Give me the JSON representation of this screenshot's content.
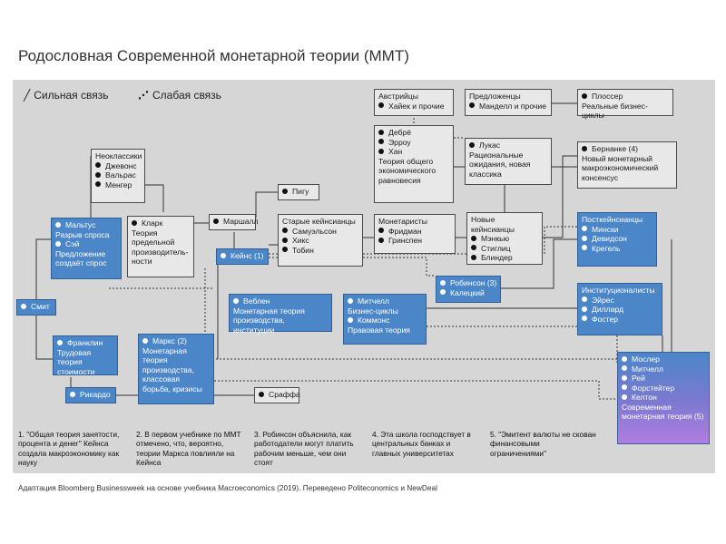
{
  "title": "Родословная Современной монетарной теории (ММТ)",
  "legend": {
    "strong": "Сильная связь",
    "weak": "Слабая связь"
  },
  "boxes": {
    "austrians": {
      "head": "Австрийцы",
      "items": [
        "Хайек и прочие"
      ]
    },
    "supply": {
      "head": "Предложенцы",
      "items": [
        "Манделл и прочие"
      ]
    },
    "plosser": {
      "items": [
        "Плоссер"
      ],
      "tail": "Реальные бизнес-циклы"
    },
    "debreu": {
      "items": [
        "Дебрё",
        "Эрроу",
        "Хан"
      ],
      "tail": "Теория общего экономического равновесия"
    },
    "lucas": {
      "items": [
        "Лукас"
      ],
      "tail": "Рациональные ожидания, новая классика"
    },
    "bernanke": {
      "items": [
        "Бернанке (4)"
      ],
      "tail": "Новый монетарный макроэкономический консенсус"
    },
    "neoclassic": {
      "head": "Неоклассики",
      "items": [
        "Джевонс",
        "Вальрас",
        "Менгер"
      ]
    },
    "pigou": {
      "items": [
        "Пигу"
      ]
    },
    "malthus": {
      "items": [
        "Мальтус"
      ],
      "mid": "Разрыв спроса",
      "items2": [
        "Сэй"
      ],
      "tail": "Предложение создаёт спрос"
    },
    "clark": {
      "items": [
        "Кларк"
      ],
      "tail": "Теория предельной производитель-ности"
    },
    "marshall": {
      "items": [
        "Маршалл"
      ]
    },
    "oldkeynes": {
      "head": "Старые кейнсианцы",
      "items": [
        "Самуэльсон",
        "Хикс",
        "Тобин"
      ]
    },
    "monetarists": {
      "head": "Монетаристы",
      "items": [
        "Фридман",
        "Гринспен"
      ]
    },
    "newkeynes": {
      "head": "Новые кейнсианцы",
      "items": [
        "Мэнкью",
        "Стиглиц",
        "Блиндер"
      ]
    },
    "postkeynes": {
      "head": "Посткейнсианцы",
      "items": [
        "Мински",
        "Девидсон",
        "Крегель"
      ]
    },
    "keynes": {
      "items": [
        "Кейнс (1)"
      ]
    },
    "robinson": {
      "items": [
        "Робинсон (3)",
        "Калецкий"
      ]
    },
    "smith": {
      "items": [
        "Смит"
      ]
    },
    "veblen": {
      "items": [
        "Веблен"
      ],
      "tail": "Монетарная теория производства, институции"
    },
    "mitchell": {
      "items": [
        "Митчелл"
      ],
      "mid": "Бизнес-циклы",
      "items2": [
        "Коммонс"
      ],
      "tail": "Правовая теория"
    },
    "institutionalists": {
      "head": "Институционалисты",
      "items": [
        "Эйрес",
        "Диллард",
        "Фостер"
      ]
    },
    "franklin": {
      "items": [
        "Франклин"
      ],
      "tail": "Трудовая теория стоимости"
    },
    "marx": {
      "items": [
        "Маркс (2)"
      ],
      "tail": "Монетарная теория производства, классовая борьба, кризисы"
    },
    "mmt": {
      "items": [
        "Мослер",
        "Митчелл",
        "Рей",
        "Форстейтер",
        "Келтон"
      ],
      "tail": "Современная монетарная теория (5)"
    },
    "ricardo": {
      "items": [
        "Рикардо"
      ]
    },
    "sraffa": {
      "items": [
        "Сраффа"
      ]
    }
  },
  "notes": [
    "1. \"Общая теория занятости, процента и денег\" Кейнса создала макроэкономику как науку",
    "2. В первом учебнике по ММТ отмечено, что, вероятно, теории Маркса повлияли на Кейнса",
    "3. Робинсон объяснила, как работодатели могут платить рабочим меньше, чем они стоят",
    "4. Эта школа господствует в центральных банках и главных университетах",
    "5. \"Эмитент валюты не скован финансовыми ограничениями\""
  ],
  "source": "Адаптация Bloomberg Businessweek на основе учебника Macroeconomics (2019). Переведено Politeconomics и NewDeal",
  "colors": {
    "blue": "#4b86c9",
    "gray_box": "#e8e8e8",
    "panel": "#d6d6d6",
    "purple": "#b07ee0"
  }
}
